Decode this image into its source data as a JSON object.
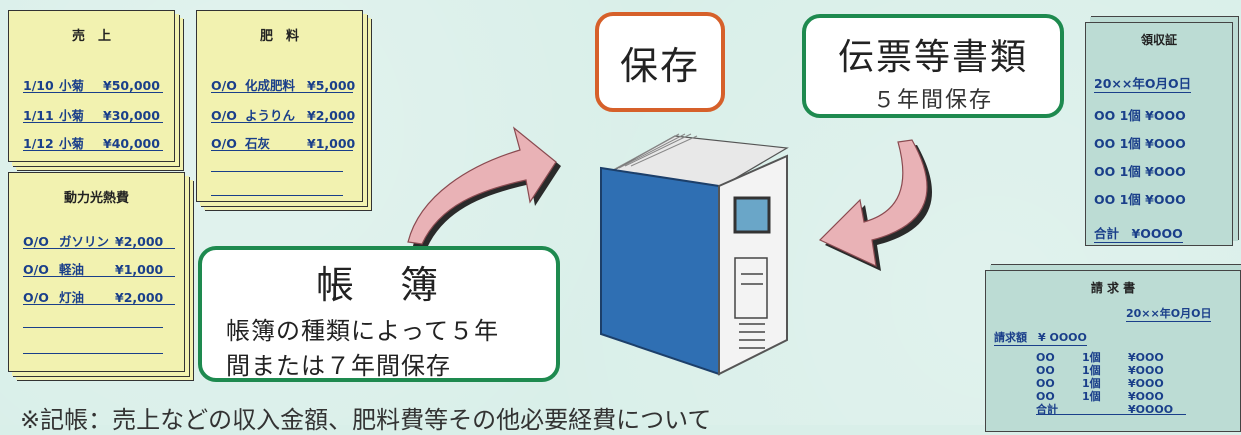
{
  "ledgers": {
    "sales": {
      "title": "売　上",
      "rows": [
        {
          "date": "1/10",
          "item": "小菊",
          "amount": "¥50,000"
        },
        {
          "date": "1/11",
          "item": "小菊",
          "amount": "¥30,000"
        },
        {
          "date": "1/12",
          "item": "小菊",
          "amount": "¥40,000"
        }
      ]
    },
    "fertilizer": {
      "title": "肥　料",
      "rows": [
        {
          "date": "O/O",
          "item": "化成肥料",
          "amount": "¥5,000"
        },
        {
          "date": "O/O",
          "item": "ようりん",
          "amount": "¥2,000"
        },
        {
          "date": "O/O",
          "item": "石灰",
          "amount": "¥1,000"
        }
      ]
    },
    "utilities": {
      "title": "動力光熱費",
      "rows": [
        {
          "date": "O/O",
          "item": "ガソリン",
          "amount": "¥2,000"
        },
        {
          "date": "O/O",
          "item": "軽油",
          "amount": "¥1,000"
        },
        {
          "date": "O/O",
          "item": "灯油",
          "amount": "¥2,000"
        }
      ]
    }
  },
  "callouts": {
    "books": {
      "title": "帳　簿",
      "body_line1": "帳簿の種類によって５年",
      "body_line2": "間または７年間保存"
    },
    "storage": {
      "label": "保存"
    },
    "vouchers": {
      "title": "伝票等書類",
      "body": "５年間保存"
    }
  },
  "receipt": {
    "title": "領収証",
    "date": "20××年O月O日",
    "lines": [
      "OO 1個 ¥OOO",
      "OO 1個 ¥OOO",
      "OO 1個 ¥OOO",
      "OO 1個 ¥OOO"
    ],
    "total": "合計　¥OOOO"
  },
  "invoice": {
    "title": "請 求 書",
    "date": "20××年O月O日",
    "amount": "請求額　¥ OOOO",
    "rows": [
      {
        "item": "OO",
        "qty": "1個",
        "price": "¥OOO"
      },
      {
        "item": "OO",
        "qty": "1個",
        "price": "¥OOO"
      },
      {
        "item": "OO",
        "qty": "1個",
        "price": "¥OOO"
      },
      {
        "item": "OO",
        "qty": "1個",
        "price": "¥OOO"
      }
    ],
    "total_label": "合計",
    "total_value": "¥OOOO"
  },
  "footnote": "※記帳：売上などの収入金額、肥料費等その他必要経費について",
  "colors": {
    "green_border": "#1e8a4f",
    "orange_border": "#d6602a",
    "binder_blue": "#2f6fb3",
    "arrow_pink": "#e9b2b6",
    "card_yellow": "#f2f2b0",
    "receipt_teal": "#bcdcd4"
  }
}
